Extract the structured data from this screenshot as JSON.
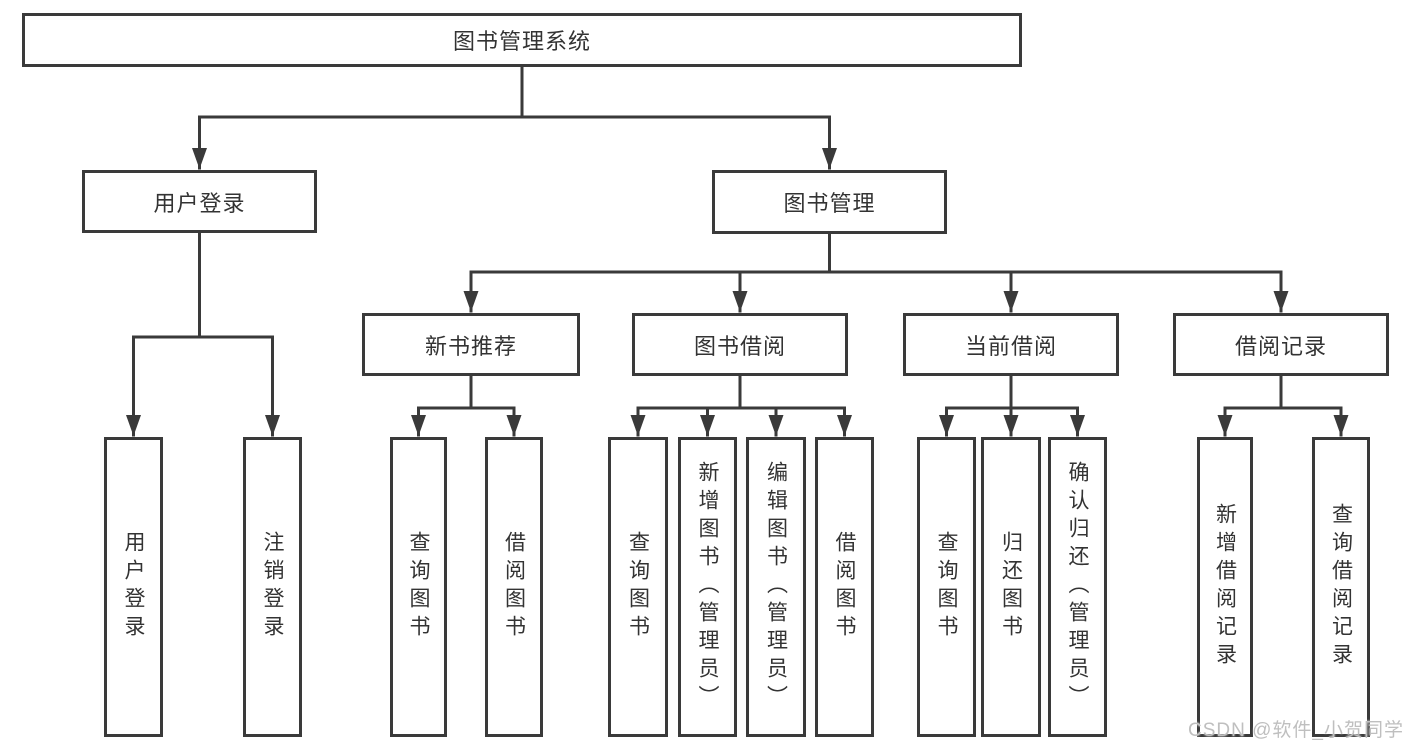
{
  "diagram_title": "图书管理系统",
  "tree": {
    "root": {
      "label": "图书管理系统"
    },
    "branches": [
      {
        "label": "用户登录",
        "children": [
          {
            "label": "用户登录"
          },
          {
            "label": "注销登录"
          }
        ]
      },
      {
        "label": "图书管理",
        "children": [
          {
            "label": "新书推荐",
            "children": [
              {
                "label": "查询图书"
              },
              {
                "label": "借阅图书"
              }
            ]
          },
          {
            "label": "图书借阅",
            "children": [
              {
                "label": "查询图书"
              },
              {
                "label": "新增图书（管理员）"
              },
              {
                "label": "编辑图书（管理员）"
              },
              {
                "label": "借阅图书"
              }
            ]
          },
          {
            "label": "当前借阅",
            "children": [
              {
                "label": "查询图书"
              },
              {
                "label": "归还图书"
              },
              {
                "label": "确认归还（管理员）"
              }
            ]
          },
          {
            "label": "借阅记录",
            "children": [
              {
                "label": "新增借阅记录"
              },
              {
                "label": "查询借阅记录"
              }
            ]
          }
        ]
      }
    ]
  },
  "watermark": {
    "text": "CSDN @软件_小贺同学"
  },
  "colors": {
    "line": "#3a3a3a",
    "text": "#333333",
    "watermark": "#bfbfbf",
    "background": "#ffffff"
  }
}
